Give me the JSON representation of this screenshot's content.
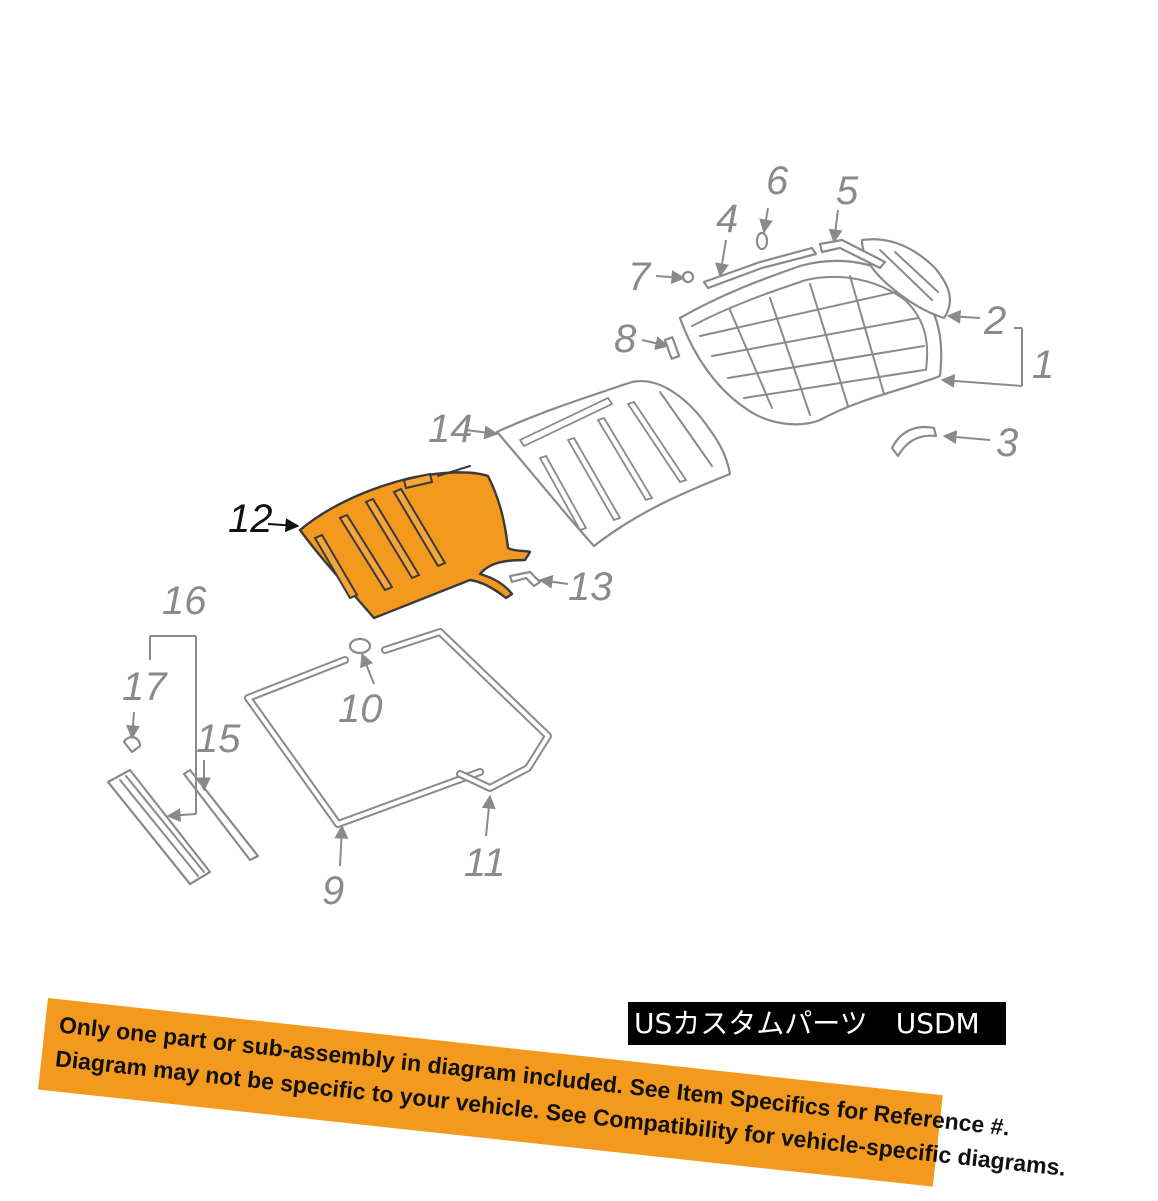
{
  "diagram": {
    "callouts": [
      "1",
      "2",
      "3",
      "4",
      "5",
      "6",
      "7",
      "8",
      "9",
      "10",
      "11",
      "12",
      "13",
      "14",
      "15",
      "16",
      "17"
    ],
    "highlighted_part": "12",
    "colors": {
      "highlight": "#f39a1e",
      "line": "#8a8a8a",
      "callout_active": "#111111",
      "banner": "#f39a1e",
      "seller_tag_bg": "#000000"
    }
  },
  "disclaimer": {
    "line1": "Only one part or sub-assembly in diagram included. See Item Specifics for Reference #.",
    "line2": "Diagram may not be specific to your vehicle. See Compatibility for vehicle-specific diagrams."
  },
  "seller_tag": "USカスタムパーツ　USDM"
}
